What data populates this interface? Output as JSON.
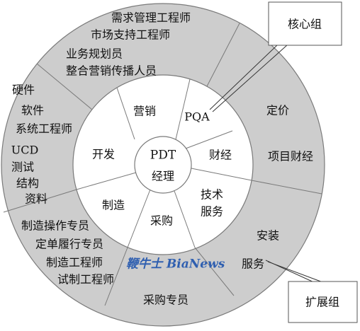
{
  "diagram": {
    "center": {
      "line1": "PDT",
      "line2": "经理"
    },
    "core_callout": "核心组",
    "extended_callout": "扩展组",
    "inner_ring": [
      "营销",
      "PQA",
      "财经",
      "技术",
      "服务",
      "采购",
      "制造",
      "开发"
    ],
    "outer_ring": {
      "marketing": [
        "需求管理工程师",
        "市场支持工程师",
        "业务规划员",
        "整合营销传播人员"
      ],
      "development": [
        "硬件",
        "软件",
        "系统工程师",
        "UCD",
        "测试",
        "结构",
        "资料"
      ],
      "manufacturing": [
        "制造操作专员",
        "定单履行专员",
        "制造工程师",
        "试制工程师"
      ],
      "procurement": [
        "采购专员"
      ],
      "finance": [
        "定价",
        "项目财经"
      ],
      "tech_service": [
        "安装",
        "服务"
      ]
    },
    "watermark": "鞭牛士 BiaNews",
    "colors": {
      "outer_ring": "#cdcdcd",
      "inner_ring": "#ffffff",
      "lines": "#7a7a7a",
      "watermark": "#2f5fb0"
    }
  }
}
